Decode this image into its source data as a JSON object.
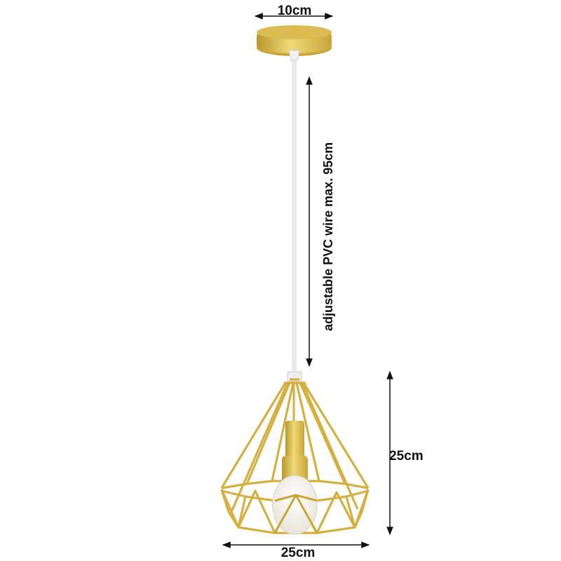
{
  "image": {
    "subject": "gold diamond cage pendant lamp",
    "colors": {
      "gold": "#d8b84a",
      "gold_dark": "#b8962c",
      "gold_light": "#f0d977",
      "wire": "#ececec",
      "text": "#111111"
    }
  },
  "dimensions": {
    "canopy_width": "10cm",
    "wire_length": "adjustable PVC wire max. 95cm",
    "shade_height": "25cm",
    "shade_width": "25cm"
  }
}
